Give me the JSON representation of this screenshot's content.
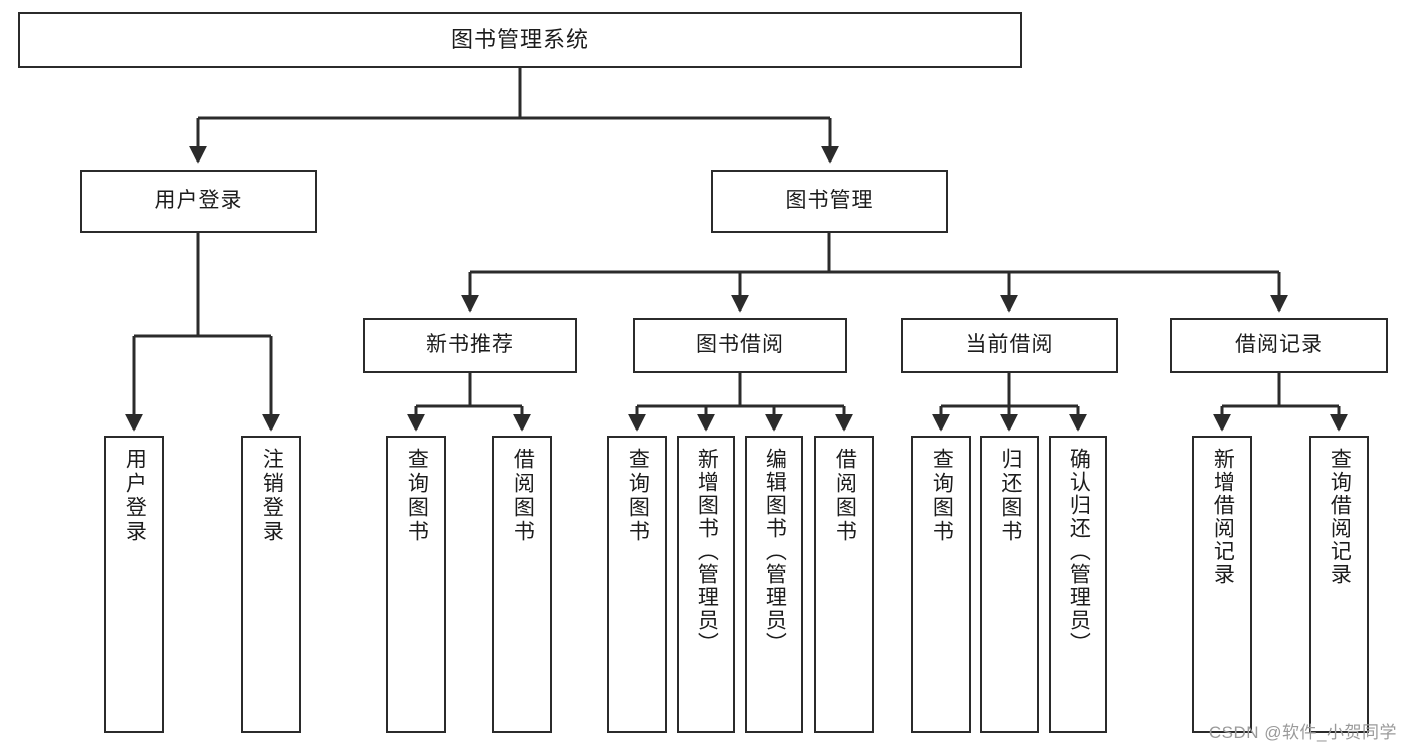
{
  "diagram": {
    "title": "图书管理系统",
    "type": "hierarchy-tree",
    "watermark": "CSDN @软件_小贺同学",
    "colors": {
      "node_border": "#2b2b2b",
      "node_fill": "#ffffff",
      "edge": "#2b2b2b",
      "text": "#1c1c1c",
      "watermark": "#9a9a9a",
      "background": "#ffffff"
    }
  },
  "root": {
    "label": "图书管理系统"
  },
  "level1": [
    {
      "label": "用户登录"
    },
    {
      "label": "图书管理"
    }
  ],
  "level2": [
    {
      "label": "新书推荐"
    },
    {
      "label": "图书借阅"
    },
    {
      "label": "当前借阅"
    },
    {
      "label": "借阅记录"
    }
  ],
  "leaves": {
    "user_login": [
      {
        "label": "用户登录"
      },
      {
        "label": "注销登录"
      }
    ],
    "new_book_recommend": [
      {
        "label": "查询图书"
      },
      {
        "label": "借阅图书"
      }
    ],
    "book_borrow": [
      {
        "label": "查询图书"
      },
      {
        "label": "新增图书（管理员）"
      },
      {
        "label": "编辑图书（管理员）"
      },
      {
        "label": "借阅图书"
      }
    ],
    "current_borrow": [
      {
        "label": "查询图书"
      },
      {
        "label": "归还图书"
      },
      {
        "label": "确认归还（管理员）"
      }
    ],
    "borrow_records": [
      {
        "label": "新增借阅记录"
      },
      {
        "label": "查询借阅记录"
      }
    ]
  }
}
